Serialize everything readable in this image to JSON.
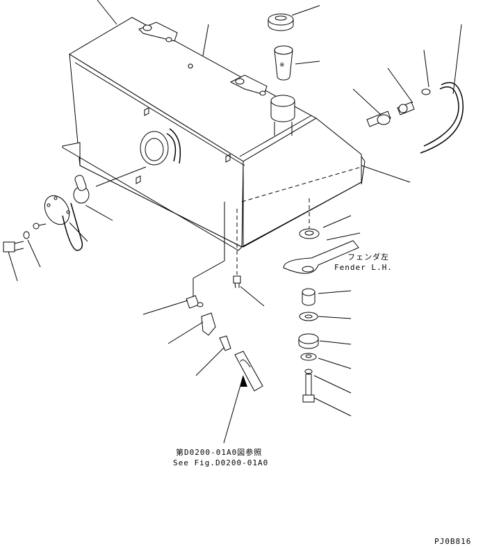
{
  "labels": {
    "fender_jp": "フェンダ左",
    "fender_en": "Fender L.H.",
    "see_jp": "第D0200-01A0図参照",
    "see_en": "See Fig.D0200-01A0",
    "drawing_code": "PJ0B816"
  }
}
